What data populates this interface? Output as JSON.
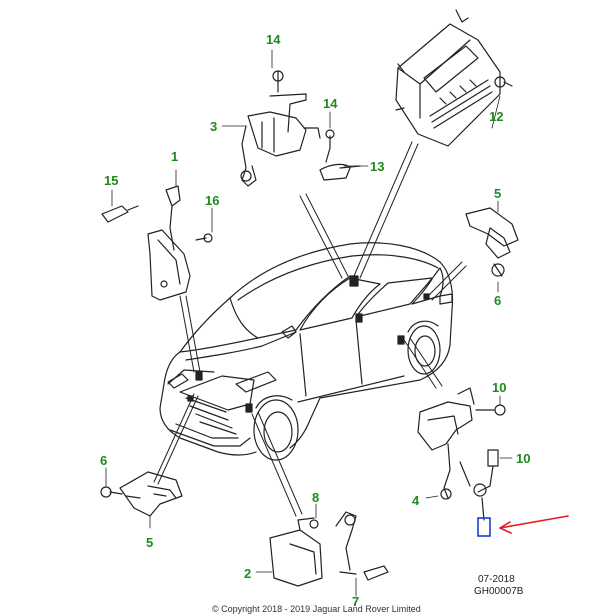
{
  "callouts": {
    "c1": "1",
    "c2": "2",
    "c3": "3",
    "c4": "4",
    "c5a": "5",
    "c5b": "5",
    "c6a": "6",
    "c6b": "6",
    "c7": "7",
    "c8": "8",
    "c10a": "10",
    "c10b": "10",
    "c12": "12",
    "c13": "13",
    "c14a": "14",
    "c14b": "14",
    "c15": "15",
    "c16": "16"
  },
  "footer": {
    "date": "07-2018",
    "code": "GH00007B",
    "copyright": "© Copyright 2018 - 2019 Jaguar Land Rover Limited"
  },
  "colors": {
    "callout": "#1f8a1f",
    "pointer_arrow": "#e02020",
    "highlight_box": "#1a3fd6",
    "line_art": "#222222"
  }
}
